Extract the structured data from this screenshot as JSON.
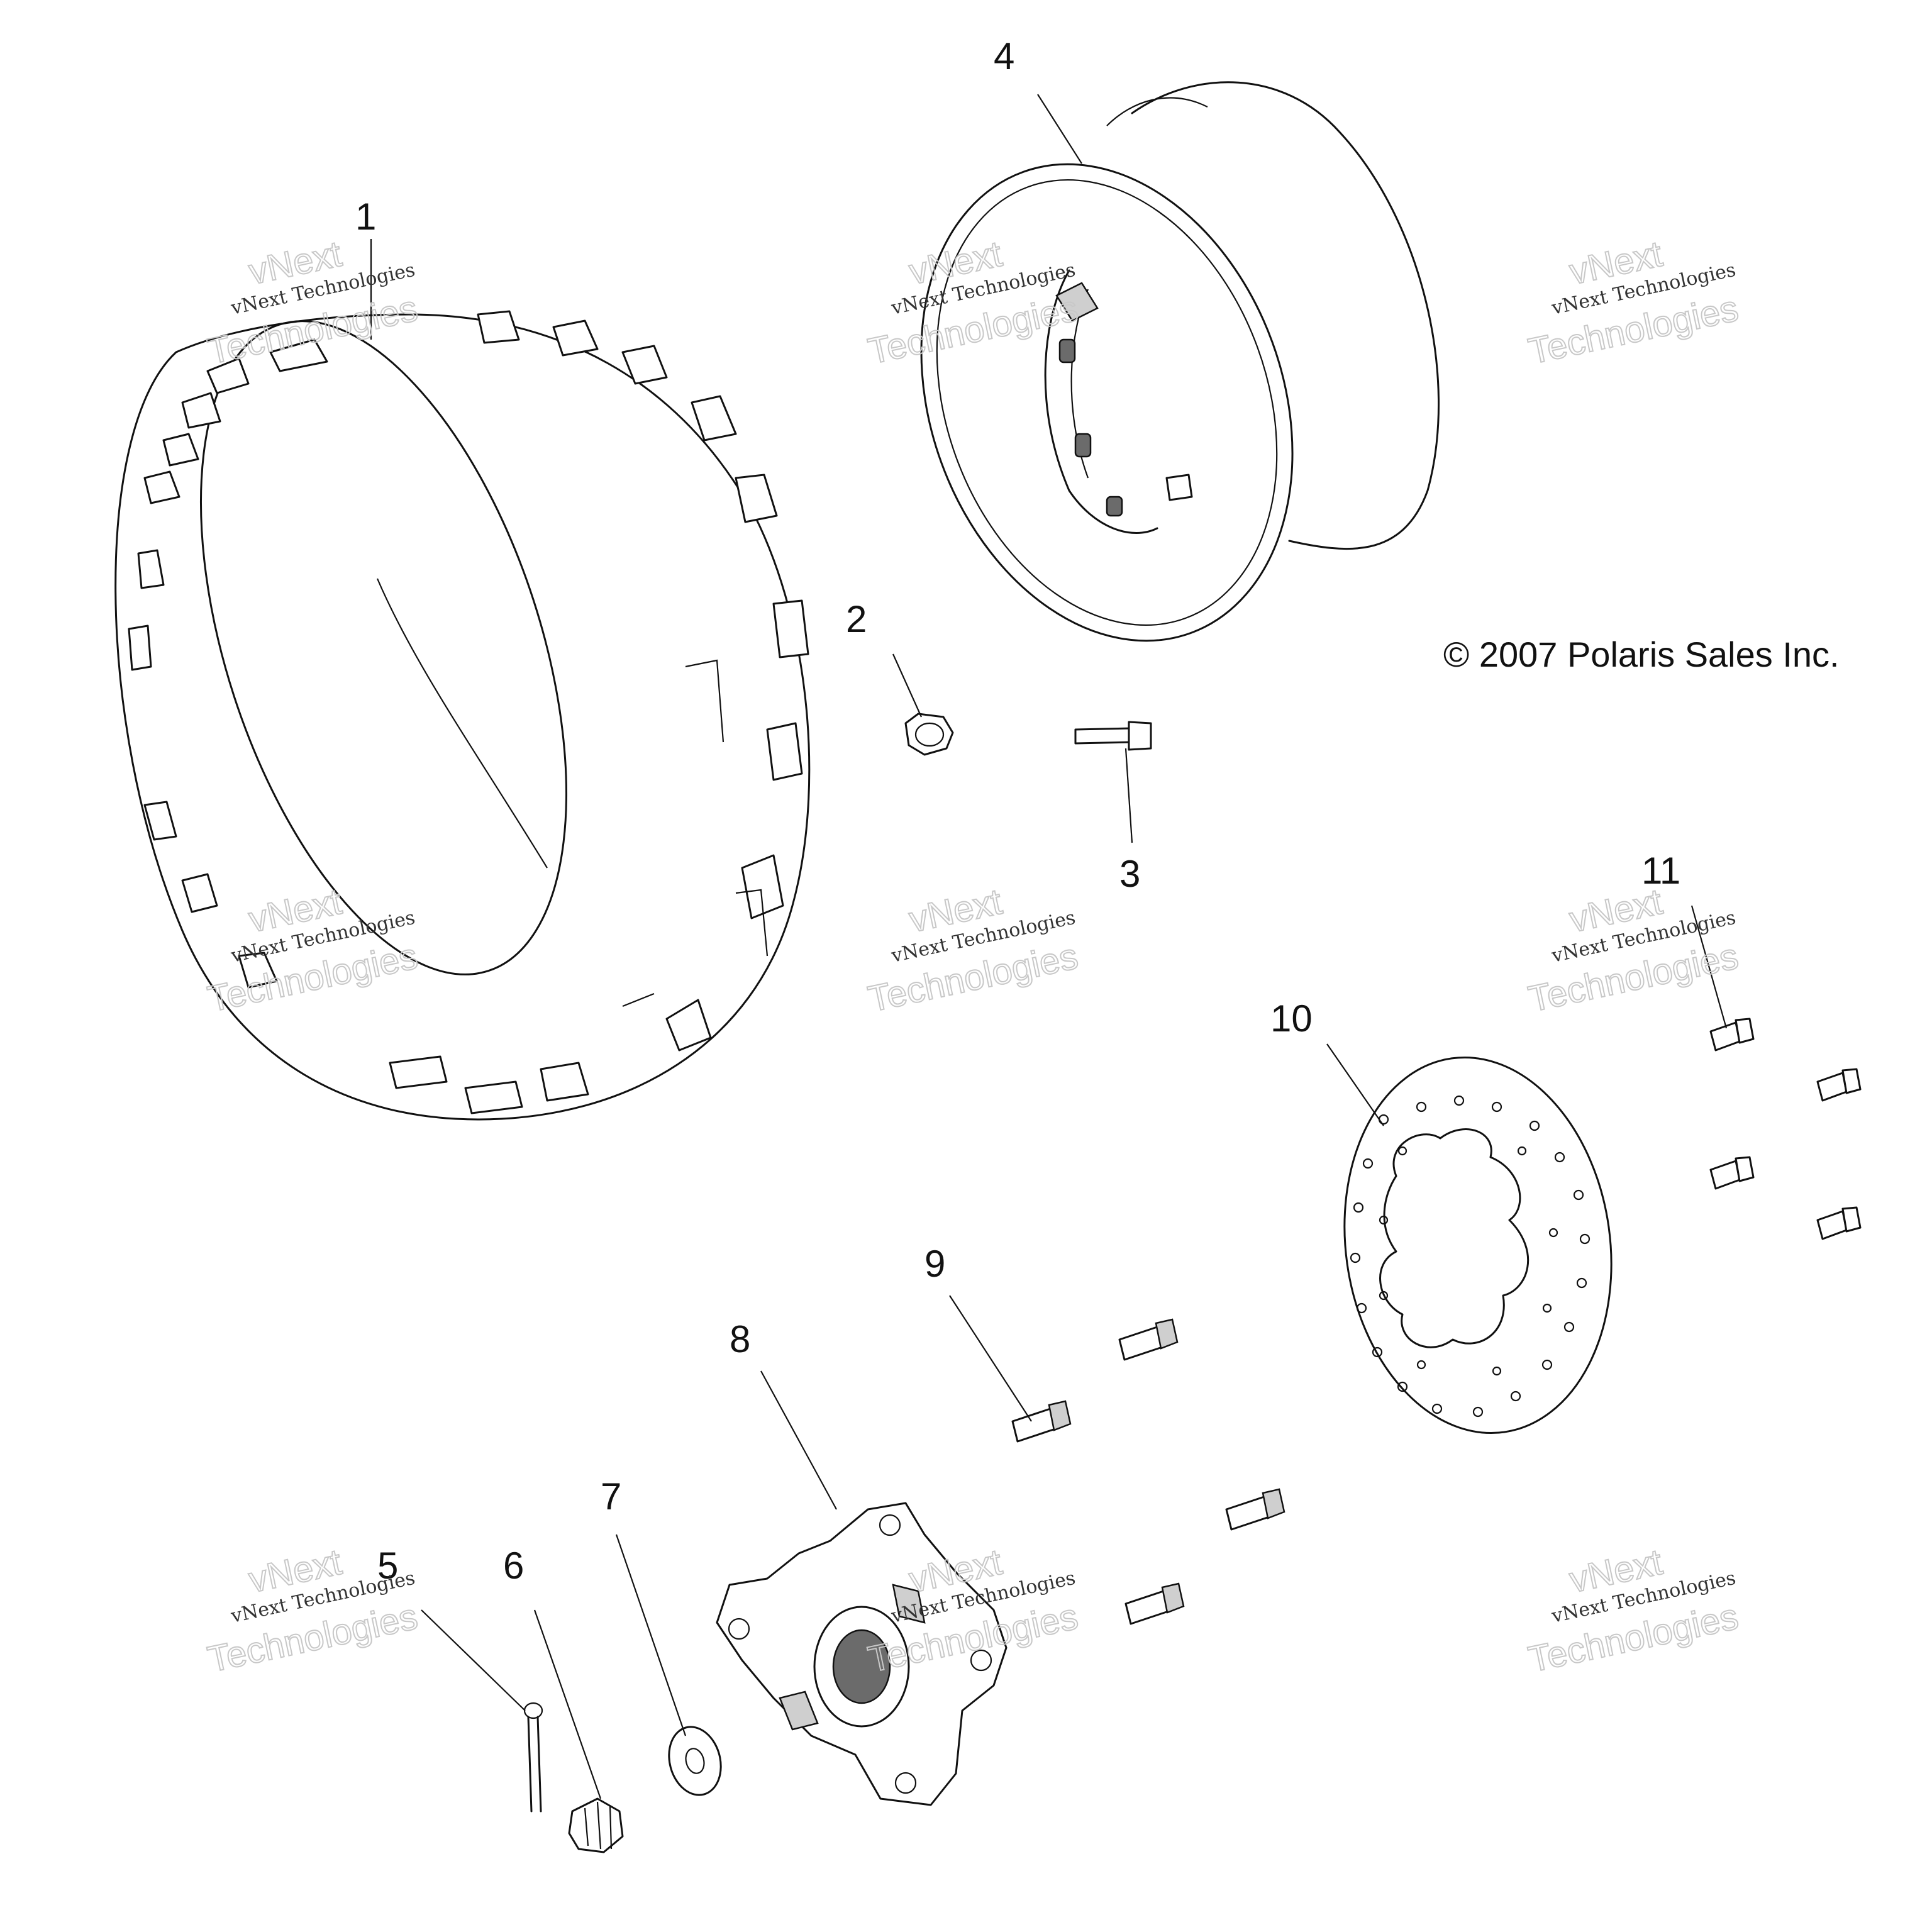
{
  "callouts": [
    {
      "id": "1",
      "text": "1"
    },
    {
      "id": "2",
      "text": "2"
    },
    {
      "id": "3",
      "text": "3"
    },
    {
      "id": "4",
      "text": "4"
    },
    {
      "id": "5",
      "text": "5"
    },
    {
      "id": "6",
      "text": "6"
    },
    {
      "id": "7",
      "text": "7"
    },
    {
      "id": "8",
      "text": "8"
    },
    {
      "id": "9",
      "text": "9"
    },
    {
      "id": "10",
      "text": "10"
    },
    {
      "id": "11",
      "text": "11"
    }
  ],
  "copyright": "© 2007 Polaris Sales Inc.",
  "watermark": {
    "line1": "vNext Technologies",
    "line2a": "vNext",
    "line2b": "Technologies"
  }
}
